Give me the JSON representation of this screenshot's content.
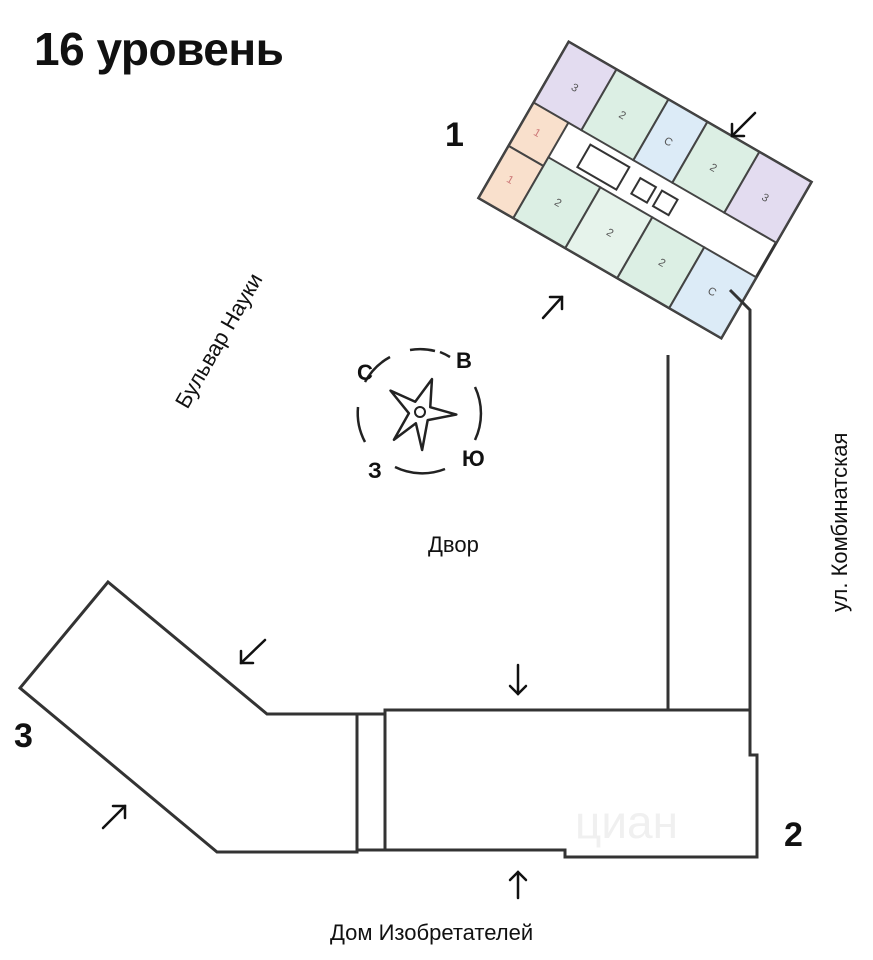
{
  "title": "16 уровень",
  "buildings": [
    {
      "number": "1"
    },
    {
      "number": "2"
    },
    {
      "number": "3"
    }
  ],
  "streets": {
    "boulevard": "Бульвар Науки",
    "street": "ул. Комбинатская",
    "house": "Дом Изобретателей"
  },
  "yard": "Двор",
  "compass": {
    "north": "С",
    "east": "В",
    "south": "Ю",
    "west": "З"
  },
  "apartments": [
    {
      "rooms": "3",
      "color": "#e3dcf0"
    },
    {
      "rooms": "1",
      "color": "#f9e0cc"
    },
    {
      "rooms": "1",
      "color": "#f9e0cc"
    },
    {
      "rooms": "2",
      "color": "#dcefe4"
    },
    {
      "rooms": "2",
      "color": "#dcefe4"
    },
    {
      "rooms": "2",
      "color": "#dcefe4"
    },
    {
      "rooms": "С",
      "color": "#dcebf7"
    },
    {
      "rooms": "2",
      "color": "#dcefe4"
    },
    {
      "rooms": "3",
      "color": "#e3dcf0"
    },
    {
      "rooms": "С",
      "color": "#dcebf7"
    },
    {
      "rooms": "2",
      "color": "#dcefe4"
    }
  ],
  "watermark": "циан"
}
